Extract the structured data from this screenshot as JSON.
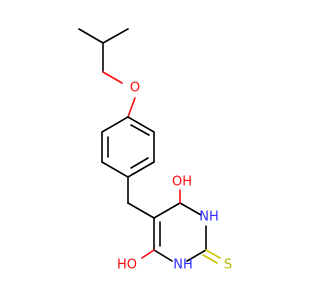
{
  "molecule": {
    "atoms": {
      "ether_oxygen": "O",
      "hydroxyl_top": "OH",
      "hydroxyl_bottom": "HO",
      "nitrogen_right": "NH",
      "nitrogen_bottom": "NH",
      "thione_sulfur": "S"
    },
    "colors": {
      "carbon_bond": "#000000",
      "oxygen": "#ff0d0d",
      "nitrogen": "#2c2cff",
      "sulfur": "#c9c900"
    }
  }
}
